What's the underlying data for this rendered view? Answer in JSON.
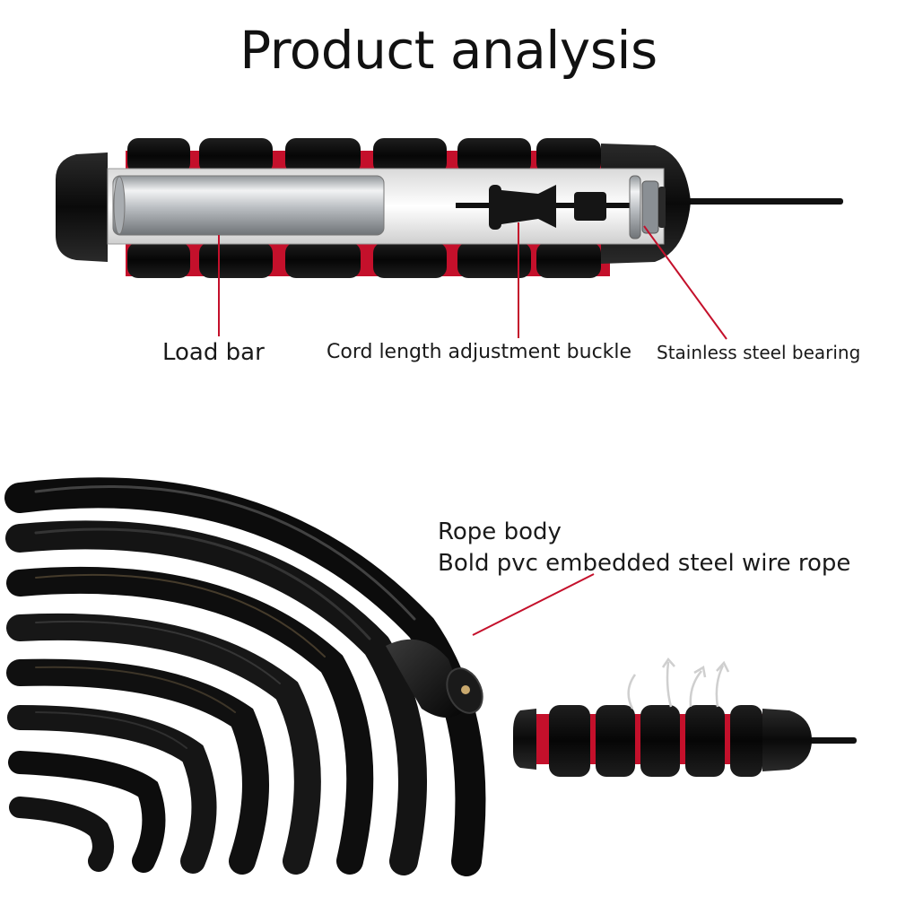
{
  "title": "Product analysis",
  "labels": {
    "load_bar": "Load bar",
    "cord_buckle": "Cord length adjustment buckle",
    "bearing": "Stainless steel bearing",
    "rope_body": "Rope body",
    "rope_desc": "Bold pvc embedded steel wire rope"
  },
  "colors": {
    "handle": "#111111",
    "foam_accent": "#c4102b",
    "leader_line": "#c4102b",
    "metal": "#bfc3c7"
  }
}
